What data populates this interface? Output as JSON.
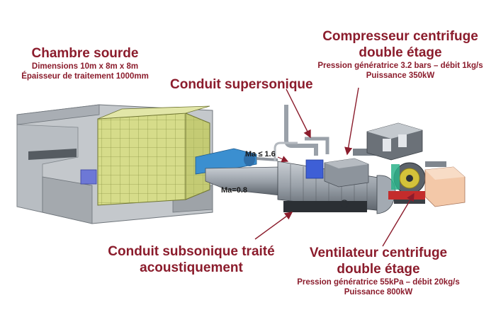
{
  "chamber": {
    "title": "Chambre sourde",
    "dims": "Dimensions 10m x 8m x 8m",
    "treat": "Épaisseur de traitement 1000mm"
  },
  "supersonic": {
    "title": "Conduit supersonique"
  },
  "compressor": {
    "title1": "Compresseur centrifuge",
    "title2": "double étage",
    "spec1": "Pression génératrice 3.2 bars –  débit 1kg/s",
    "spec2": "Puissance 350kW"
  },
  "mach_high": "Ma ≤ 1.6",
  "mach_low": "Ma=0.8",
  "subsonic": {
    "title1": "Conduit subsonique traité",
    "title2": "acoustiquement"
  },
  "fan": {
    "title1": "Ventilateur centrifuge",
    "title2": "double étage",
    "spec1": "Pression génératrice 55kPa – débit 20kg/s",
    "spec2": "Puissance 800kW"
  },
  "colors": {
    "label": "#8b1c2c",
    "arrow": "#8b1c2c",
    "foam": "#d6dc8a",
    "pipe": "#8e949c",
    "blue": "#3b6fd8"
  }
}
